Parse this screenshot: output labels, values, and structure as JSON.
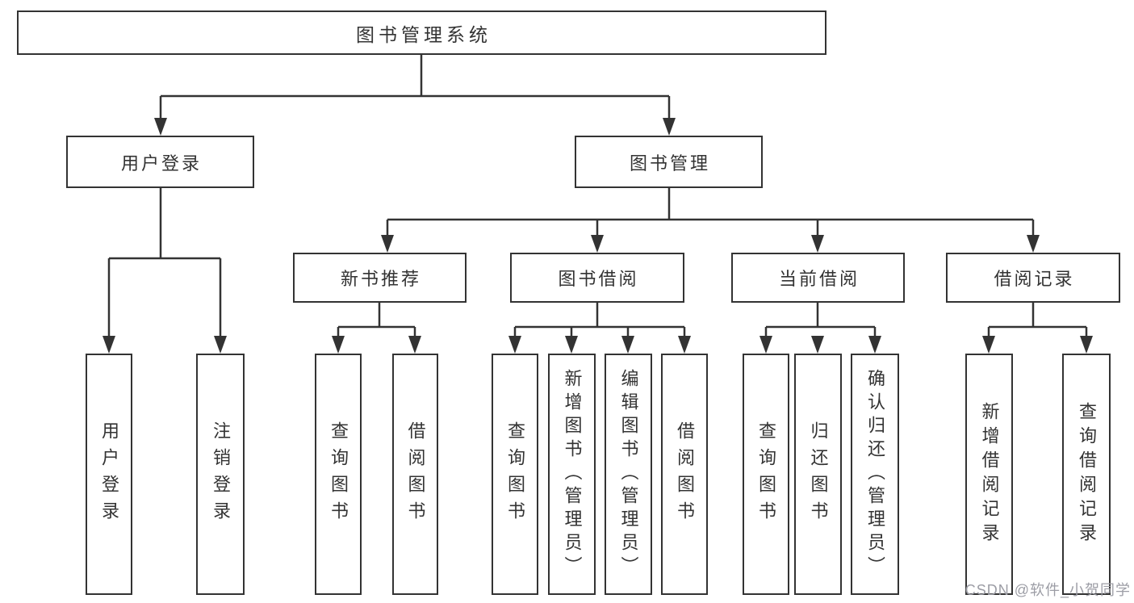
{
  "diagram_title": "图书管理系统",
  "nodes": {
    "root": "图书管理系统",
    "user_login": "用户登录",
    "book_mgmt": "图书管理",
    "new_book_rec": "新书推荐",
    "book_borrow": "图书借阅",
    "current_borrow": "当前借阅",
    "borrow_record": "借阅记录",
    "leaf_user_login": "用户登录",
    "leaf_logout": "注销登录",
    "leaf_rec_query": "查询图书",
    "leaf_rec_borrow": "借阅图书",
    "leaf_bb_query": "查询图书",
    "leaf_bb_add": "新增图书（管理员）",
    "leaf_bb_edit": "编辑图书（管理员）",
    "leaf_bb_borrow": "借阅图书",
    "leaf_cb_query": "查询图书",
    "leaf_cb_return": "归还图书",
    "leaf_cb_confirm": "确认归还（管理员）",
    "leaf_br_add": "新增借阅记录",
    "leaf_br_query": "查询借阅记录"
  },
  "watermark": "CSDN @软件_小贺同学",
  "colors": {
    "line": "#333333",
    "text": "#333333",
    "box_background": "#ffffff",
    "watermark": "#9c9da5"
  }
}
